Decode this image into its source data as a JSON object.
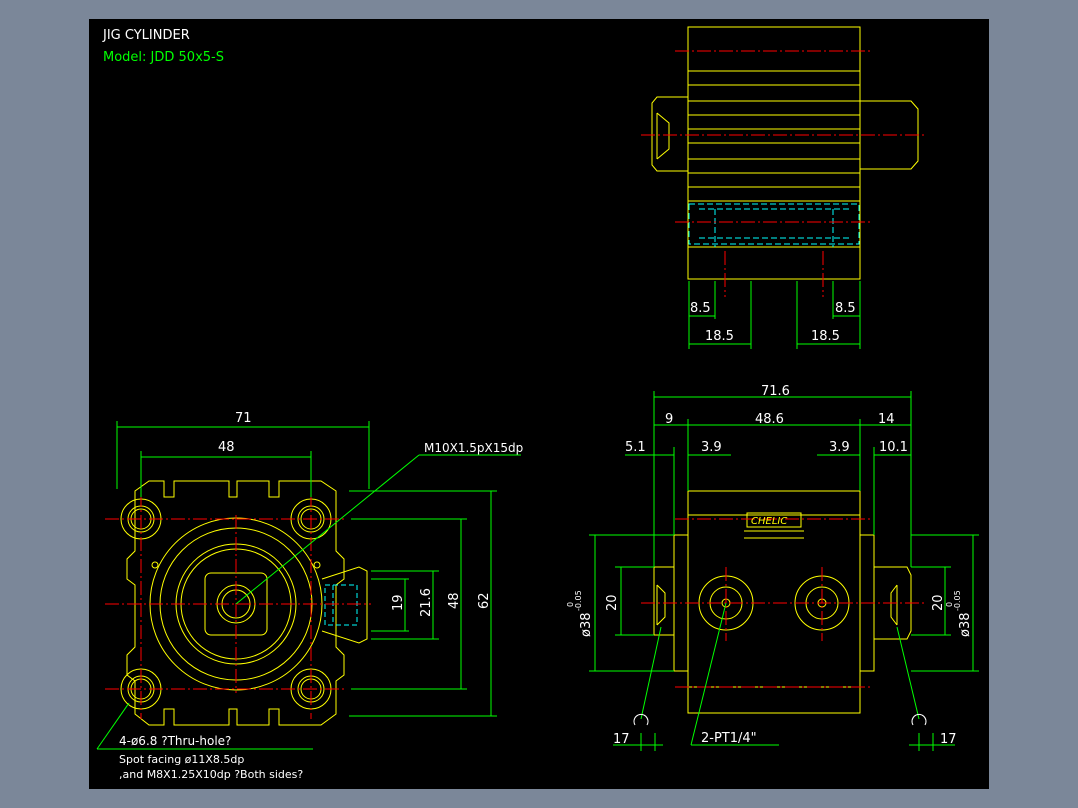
{
  "colors": {
    "background": "#000000",
    "frame": "#7b8799",
    "outline": "#ffff00",
    "dimension": "#00ff00",
    "centerline": "#ff0000",
    "hidden": "#00ffff",
    "title": "#ffffff"
  },
  "title": {
    "name": "JIG CYLINDER",
    "model": "Model:  JDD 50x5-S"
  },
  "top_view": {
    "dims": [
      "8.5",
      "8.5",
      "18.5",
      "18.5"
    ]
  },
  "front_view": {
    "width_outer": "71",
    "width_inner": "48",
    "height_outer": "62",
    "height_inner": "48",
    "port_height_a": "21.6",
    "port_height_b": "19",
    "thread_callout": "M10X1.5pX15dp",
    "hole_note_1": "4-ø6.8 ?Thru-hole?",
    "hole_note_2": "Spot facing  ø11X8.5dp",
    "hole_note_3": ",and M8X1.25X10dp ?Both sides?"
  },
  "side_view": {
    "overall_length": "71.6",
    "seg_left": "9",
    "seg_mid": "48.6",
    "seg_right": "14",
    "left_offset": "5.1",
    "left_inner": "3.9",
    "right_inner": "3.9",
    "right_offset": "10.1",
    "left_height": "20",
    "right_height": "20",
    "left_dia": "ø38",
    "right_dia": "ø38",
    "tol_upper": "0",
    "tol_lower": "-0.05",
    "port_note": "2-PT1/4\"",
    "bottom_left": "17",
    "bottom_right": "17",
    "brand_label": "CHELIC"
  }
}
